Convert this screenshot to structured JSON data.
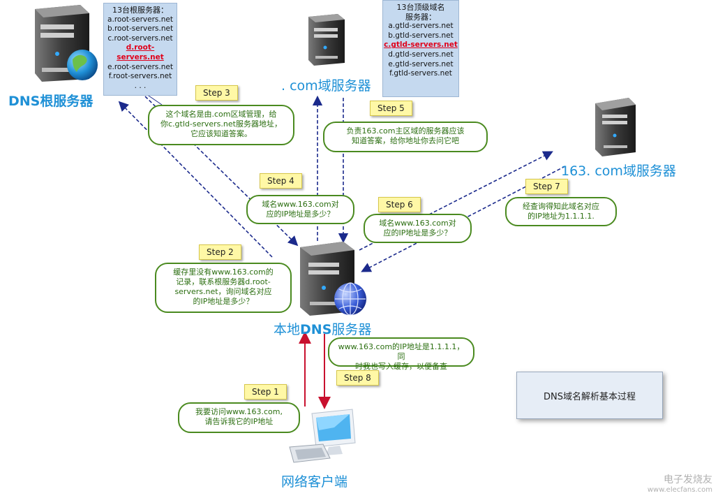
{
  "nodes": {
    "root_server": "DNS根服务器",
    "com_server": ". com域服务器",
    "site_server": "163. com域服务器",
    "local_dns_prefix": "本地",
    "local_dns_bold": "DNS",
    "local_dns_suffix": "服务器",
    "client": "网络客户端"
  },
  "root_list": {
    "title": "13台根服务器：",
    "items": [
      "a.root-servers.net",
      "b.root-servers.net",
      "c.root-servers.net",
      "d.root-servers.net",
      "e.root-servers.net",
      "f.root-servers.net",
      ". . ."
    ],
    "highlighted": "d.root-servers.net"
  },
  "tld_list": {
    "title_line1": "13台顶级域名",
    "title_line2": "服务器：",
    "items": [
      "a.gtld-servers.net",
      "b.gtld-servers.net",
      "c.gtld-servers.net",
      "d.gtld-servers.net",
      "e.gtld-servers.net",
      "f.gtld-servers.net"
    ],
    "highlighted": "c.gtld-servers.net"
  },
  "steps": {
    "s1": "Step 1",
    "s2": "Step 2",
    "s3": "Step 3",
    "s4": "Step 4",
    "s5": "Step 5",
    "s6": "Step 6",
    "s7": "Step 7",
    "s8": "Step 8"
  },
  "bubbles": {
    "b1_l1": "我要访问www.163.com,",
    "b1_l2": "请告诉我它的IP地址",
    "b2_l1": "缓存里没有www.163.com的",
    "b2_l2": "记录，联系根服务器d.root-",
    "b2_l3": "servers.net，询问域名对应",
    "b2_l4": "的IP地址是多少？",
    "b3_l1": "这个域名是由.com区域管理，给",
    "b3_l2": "你c.gtld-servers.net服务器地址，",
    "b3_l3": "它应该知道答案。",
    "b4_l1": "域名www.163.com对",
    "b4_l2": "应的IP地址是多少？",
    "b5_l1": "负责163.com主区域的服务器应该",
    "b5_l2": "知道答案，给你地址你去问它吧",
    "b6_l1": "域名www.163.com对",
    "b6_l2": "应的IP地址是多少？",
    "b7_l1": "经查询得知此域名对应",
    "b7_l2": "的IP地址为1.1.1.1.",
    "b8_l1": "www.163.com的IP地址是1.1.1.1，同",
    "b8_l2": "时我也写入缓存，以便备查"
  },
  "diagram_title": "DNS域名解析基本过程",
  "watermark": {
    "brand": "电子发烧友",
    "url": "www.elecfans.com"
  },
  "colors": {
    "label_blue": "#1e90d6",
    "arrow_blue": "#1b2a8c",
    "arrow_red": "#c8102e",
    "bubble_green": "#4a8a1f"
  }
}
